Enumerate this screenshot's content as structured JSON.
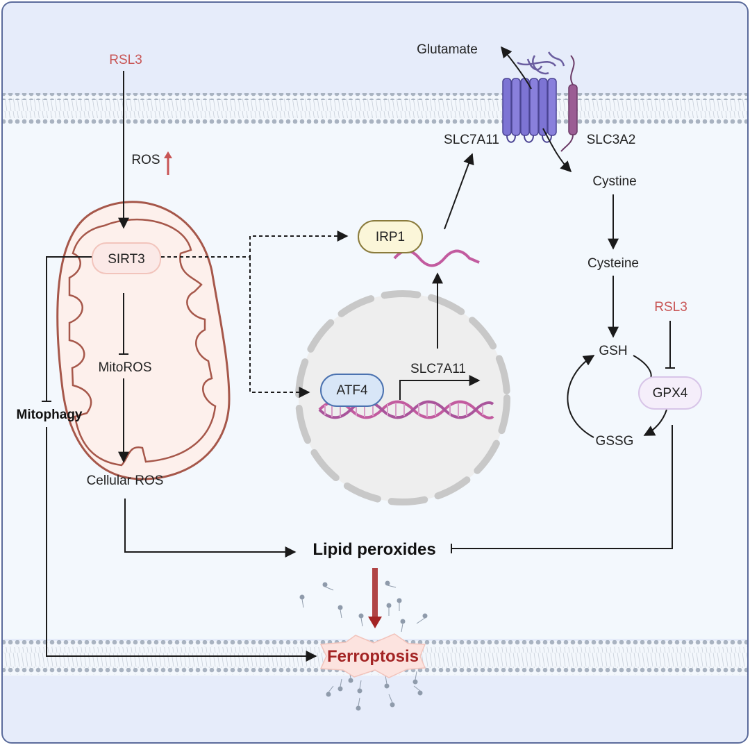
{
  "colors": {
    "inhibitor_red": "#c85555",
    "ferroptosis_red": "#a32424",
    "arrow_dark": "#1a1a1a",
    "mito_outline": "#a6574a",
    "mito_fill": "#fdf0ec",
    "cell_fill": "#f3f8fd",
    "extracell_fill": "#e6ecfa",
    "transporter_purple": "#7d74d4",
    "slc3a2_purple": "#9b5d94",
    "rna_pink": "#c25b9f",
    "atf4_blue": "#d8e6f7",
    "irp1_yellow": "#fbf6d9",
    "gpx4_lilac": "#f5eefa"
  },
  "labels": {
    "rsl3_top": "RSL3",
    "ros": "ROS",
    "sirt3": "SIRT3",
    "mitoros": "MitoROS",
    "mitophagy": "Mitophagy",
    "cellular_ros": "Cellular ROS",
    "irp1": "IRP1",
    "atf4": "ATF4",
    "slc7a11_gene": "SLC7A11",
    "slc7a11_protein": "SLC7A11",
    "slc3a2": "SLC3A2",
    "glutamate": "Glutamate",
    "cystine": "Cystine",
    "cysteine": "Cysteine",
    "rsl3_right": "RSL3",
    "gsh": "GSH",
    "gpx4": "GPX4",
    "gssg": "GSSG",
    "lipid_peroxides": "Lipid peroxides",
    "ferroptosis": "Ferroptosis"
  }
}
